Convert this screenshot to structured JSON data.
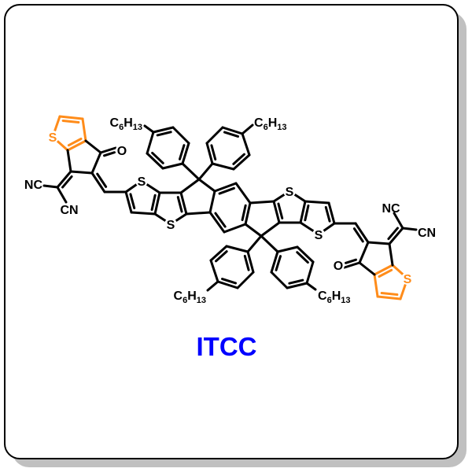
{
  "title": "ITCC",
  "colors": {
    "title": "#0000ff",
    "end_group_thiophene": "#ff8c1a",
    "bonds": "#000000"
  },
  "atoms": {
    "sulfur": "S",
    "oxygen": "O",
    "nc": "NC",
    "cn": "CN",
    "hexyl": {
      "c": "C",
      "c_count": "6",
      "h": "H",
      "h_count": "13"
    }
  }
}
